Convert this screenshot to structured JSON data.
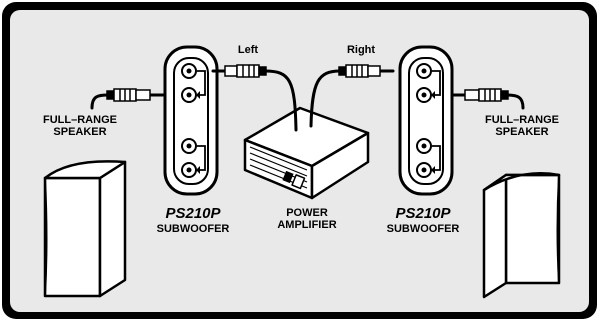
{
  "labels": {
    "left": "Left",
    "right": "Right",
    "speaker_left": [
      "FULL–RANGE",
      "SPEAKER"
    ],
    "speaker_right": [
      "FULL–RANGE",
      "SPEAKER"
    ],
    "amplifier": [
      "POWER",
      "AMPLIFIER"
    ],
    "sub_left": {
      "model": "PS210P",
      "type": "SUBWOOFER"
    },
    "sub_right": {
      "model": "PS210P",
      "type": "SUBWOOFER"
    }
  },
  "colors": {
    "outer": "#000000",
    "background": "#ffffff",
    "panel_bg": "#e9e9e9"
  }
}
